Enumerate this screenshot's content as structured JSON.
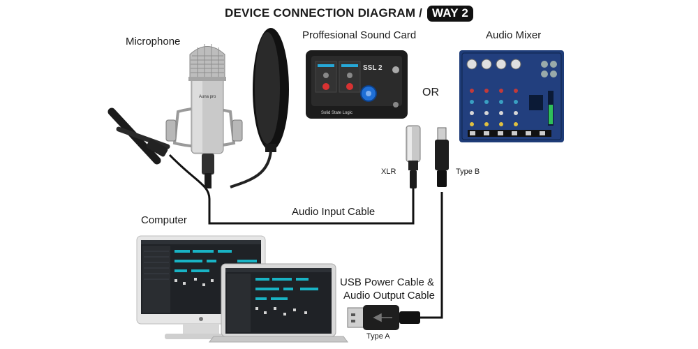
{
  "title": {
    "main": "DEVICE CONNECTION DIAGRAM /",
    "badge": "WAY 2"
  },
  "devices": {
    "microphone": "Microphone",
    "sound_card": "Proffesional Sound Card",
    "mixer": "Audio Mixer",
    "computer": "Computer",
    "or": "OR"
  },
  "connectors": {
    "xlr": "XLR",
    "type_b": "Type B",
    "type_a": "Type A"
  },
  "cables": {
    "audio_input": "Audio Input Cable",
    "usb_line1": "USB Power Cable &",
    "usb_line2": "Audio Output Cable"
  },
  "device_text": {
    "sound_card_model": "SSL 2",
    "sound_card_brand": "Solid State Logic",
    "mic_brand": "Auna pro"
  },
  "colors": {
    "cable": "#111111",
    "mixer_blue": "#1e3c78",
    "sound_card_knob": "#1f6fd6",
    "screen_teal": "#19b3c4"
  }
}
